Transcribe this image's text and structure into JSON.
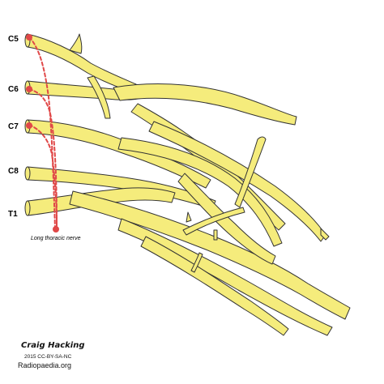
{
  "diagram": {
    "root_labels": {
      "c5": "C5",
      "c6": "C6",
      "c7": "C7",
      "c8": "C8",
      "t1": "T1"
    },
    "nerve_label": "Long thoracic nerve",
    "colors": {
      "nerve_fill": "#F5EC7C",
      "nerve_outline": "#333333",
      "nerve_shadow": "#D9D061",
      "long_thoracic": "#E04848"
    }
  },
  "credit": {
    "name": "Craig Hacking",
    "license": "2015 CC-BY-SA-NC",
    "site": "Radiopaedia.org"
  }
}
